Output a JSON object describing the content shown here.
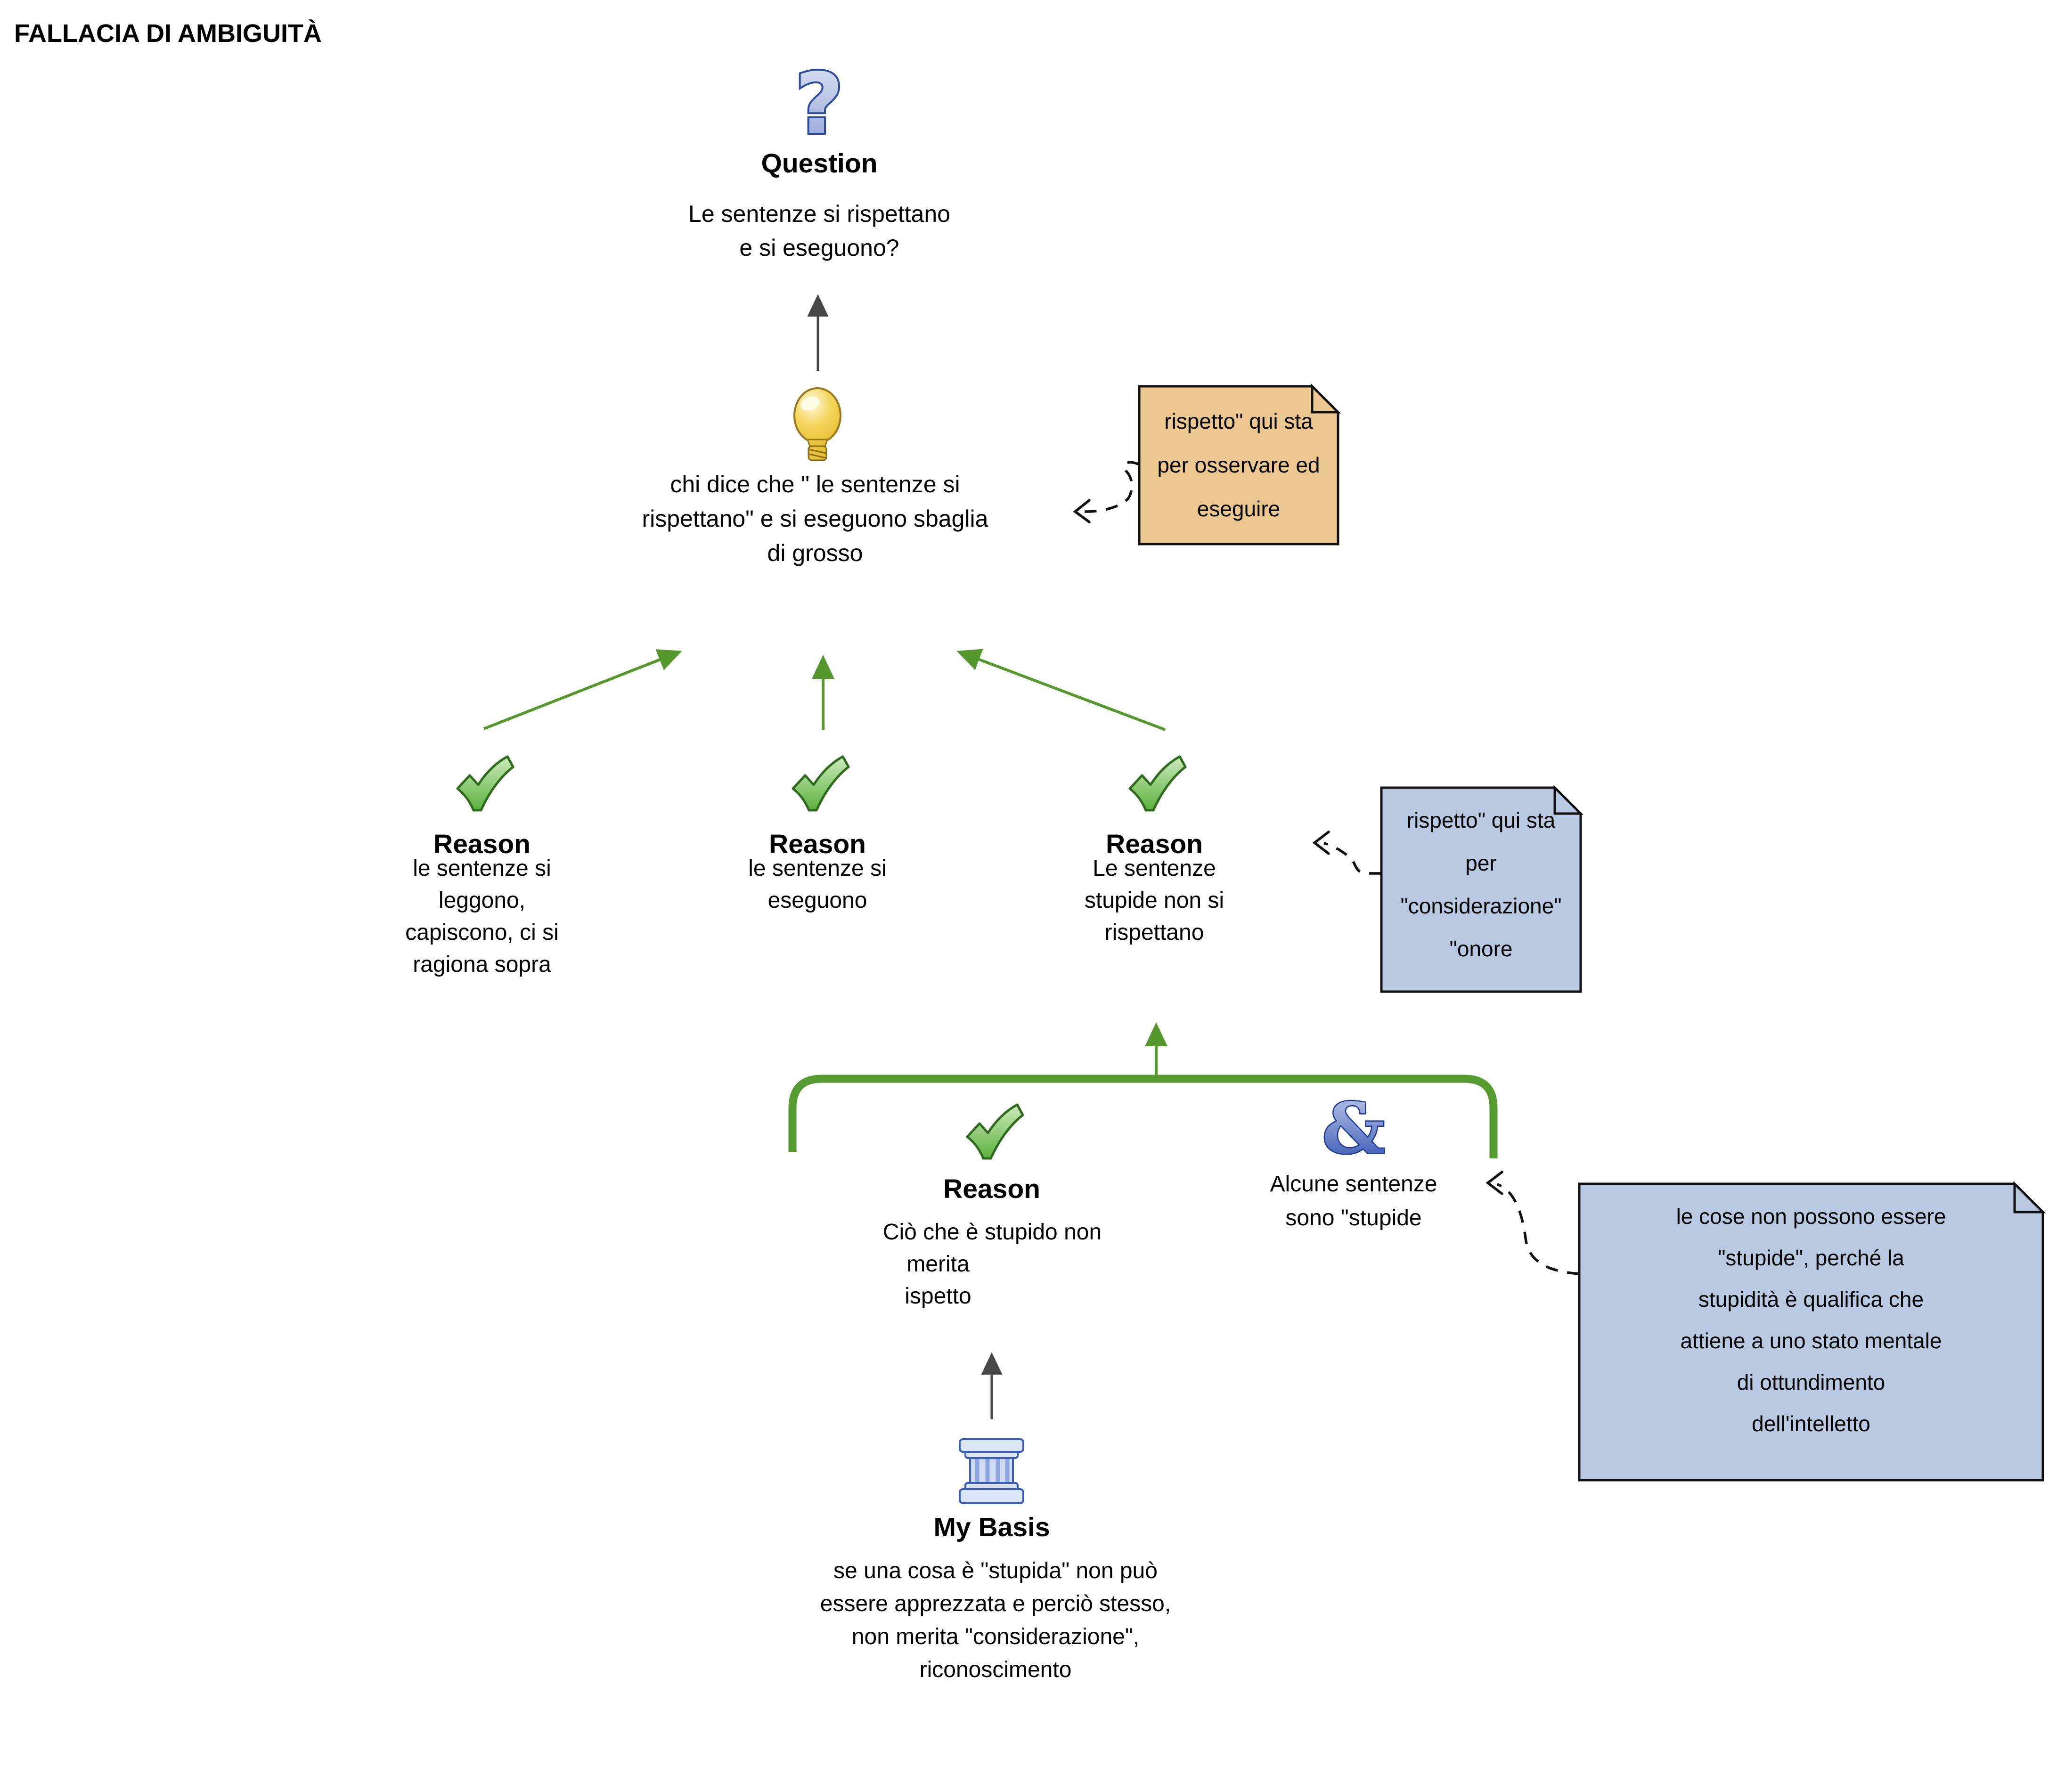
{
  "title": "FALLACIA DI AMBIGUITÀ",
  "question": {
    "label": "Question",
    "text": "Le sentenze si rispettano\ne si eseguono?"
  },
  "hypothesis": {
    "text": "chi dice che \" le sentenze si\nrispettano\" e si eseguono sbaglia\ndi grosso"
  },
  "reasons": [
    {
      "label": "Reason",
      "body": "le sentenze si\nleggono,\ncapiscono, ci si\nragiona sopra"
    },
    {
      "label": "Reason",
      "body": "le sentenze si\neseguono"
    },
    {
      "label": "Reason",
      "body": "Le sentenze\nstupide non si\nrispettano"
    }
  ],
  "and_node": {
    "text": "Alcune sentenze\nsono \"stupide"
  },
  "lower_reason": {
    "label": "Reason",
    "line1": "Ciò che è stupido non",
    "rest": "merita\nispetto"
  },
  "basis": {
    "label": "My Basis",
    "text": "se una cosa è \"stupida\" non può\nessere apprezzata e perciò stesso,\nnon merita \"considerazione\",\nriconoscimento"
  },
  "notes": [
    {
      "text": "rispetto\" qui sta\nper osservare ed\neseguire",
      "color": "#ecc68f"
    },
    {
      "text": "rispetto\" qui sta\nper\n\"considerazione\"\n\"onore",
      "color": "#b9c9e1"
    },
    {
      "text": "le cose non possono essere\n\"stupide\", perché la\nstupidità è qualifica che\nattiene a uno stato mentale\ndi ottundimento\ndell'intelletto",
      "color": "#b9c9e1"
    }
  ],
  "icons": {
    "question": "question-mark-icon",
    "hypothesis": "lightbulb-icon",
    "reason": "green-check-icon",
    "and": "ampersand-icon",
    "basis": "column-icon"
  },
  "colors": {
    "accent_green": "#55982e",
    "note_orange": "#ecc68f",
    "note_blue": "#b9c9e1",
    "icon_blue": "#3353b0",
    "arrow_gray": "#474747"
  }
}
